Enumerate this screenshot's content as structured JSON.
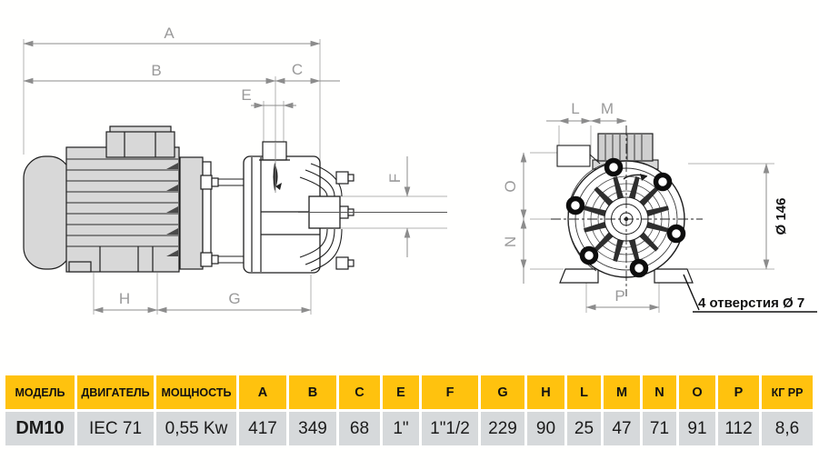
{
  "drawing": {
    "side_view": {
      "dims": {
        "A": "A",
        "B": "B",
        "C": "C",
        "E": "E",
        "F": "F",
        "G": "G",
        "H": "H"
      }
    },
    "front_view": {
      "dims": {
        "L": "L",
        "M": "M",
        "N": "N",
        "O": "O",
        "P": "P"
      },
      "diameter_label": "Ø 146",
      "holes_note": "4 отверстия  Ø 7"
    }
  },
  "table": {
    "columns": [
      {
        "header": "МОДЕЛЬ",
        "value": "DM10"
      },
      {
        "header": "ДВИГАТЕЛЬ",
        "value": "IEC 71"
      },
      {
        "header": "МОЩНОСТЬ",
        "value": "0,55 Kw"
      },
      {
        "header": "A",
        "value": "417"
      },
      {
        "header": "B",
        "value": "349"
      },
      {
        "header": "C",
        "value": "68"
      },
      {
        "header": "E",
        "value": "1\""
      },
      {
        "header": "F",
        "value": "1\"1/2"
      },
      {
        "header": "G",
        "value": "229"
      },
      {
        "header": "H",
        "value": "90"
      },
      {
        "header": "L",
        "value": "25"
      },
      {
        "header": "M",
        "value": "47"
      },
      {
        "header": "N",
        "value": "71"
      },
      {
        "header": "O",
        "value": "91"
      },
      {
        "header": "P",
        "value": "112"
      },
      {
        "header": "КГ РР",
        "value": "8,6"
      }
    ]
  },
  "colors": {
    "header_yellow": "#FFC20E",
    "cell_gray": "#D6D9DB",
    "dimension_gray": "#9A9A9A",
    "line_dark": "#1F1F1F"
  }
}
